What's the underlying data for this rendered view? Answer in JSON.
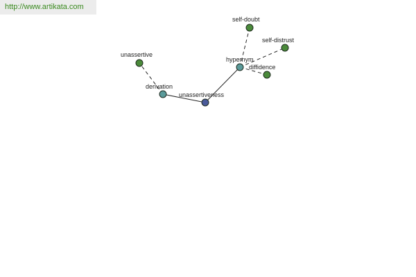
{
  "source": {
    "url": "http://www.artikata.com"
  },
  "colors": {
    "center": "#4a5a9a",
    "relation": "#5a9a9a",
    "leaf": "#4a8a3a",
    "banner_text": "#3a8a1f"
  },
  "graph": {
    "nodes": [
      {
        "id": "unassertiveness",
        "label": "unassertiveness",
        "kind": "center"
      },
      {
        "id": "derivation",
        "label": "derivation",
        "kind": "relation"
      },
      {
        "id": "hypernym",
        "label": "hypernym",
        "kind": "relation"
      },
      {
        "id": "unassertive",
        "label": "unassertive",
        "kind": "leaf"
      },
      {
        "id": "self-doubt",
        "label": "self-doubt",
        "kind": "leaf"
      },
      {
        "id": "self-distrust",
        "label": "self-distrust",
        "kind": "leaf"
      },
      {
        "id": "diffidence",
        "label": "diffidence",
        "kind": "leaf"
      }
    ],
    "edges": [
      {
        "from": "unassertiveness",
        "to": "derivation",
        "style": "solid"
      },
      {
        "from": "unassertiveness",
        "to": "hypernym",
        "style": "solid"
      },
      {
        "from": "derivation",
        "to": "unassertive",
        "style": "dashed"
      },
      {
        "from": "hypernym",
        "to": "self-doubt",
        "style": "dashed"
      },
      {
        "from": "hypernym",
        "to": "self-distrust",
        "style": "dashed"
      },
      {
        "from": "hypernym",
        "to": "diffidence",
        "style": "dashed"
      }
    ]
  }
}
